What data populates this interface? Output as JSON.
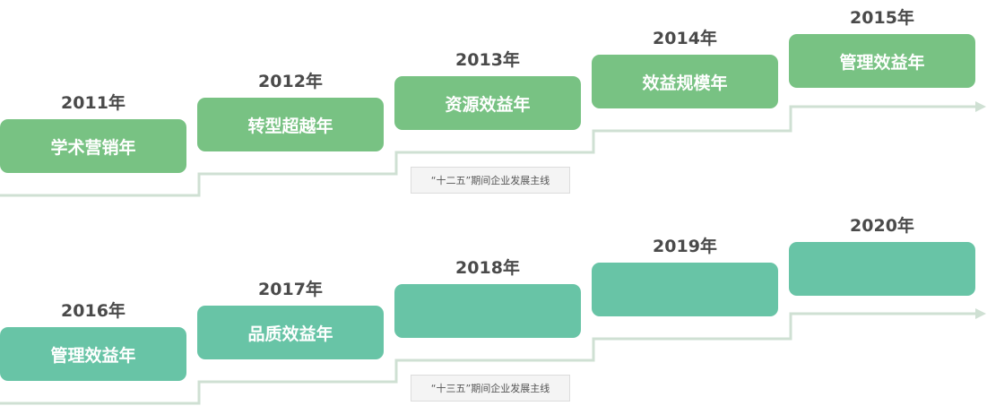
{
  "colors": {
    "row1": "#78c283",
    "row2": "#68c4a6",
    "line": "#cfe0d3"
  },
  "rows": [
    {
      "note": "“十二五”期间企业发展主线",
      "items": [
        {
          "year": "2011年",
          "label": "学术营销年"
        },
        {
          "year": "2012年",
          "label": "转型超越年"
        },
        {
          "year": "2013年",
          "label": "资源效益年"
        },
        {
          "year": "2014年",
          "label": "效益规模年"
        },
        {
          "year": "2015年",
          "label": "管理效益年"
        }
      ]
    },
    {
      "note": "“十三五”期间企业发展主线",
      "items": [
        {
          "year": "2016年",
          "label": "管理效益年"
        },
        {
          "year": "2017年",
          "label": "品质效益年"
        },
        {
          "year": "2018年",
          "label": ""
        },
        {
          "year": "2019年",
          "label": ""
        },
        {
          "year": "2020年",
          "label": ""
        }
      ]
    }
  ]
}
